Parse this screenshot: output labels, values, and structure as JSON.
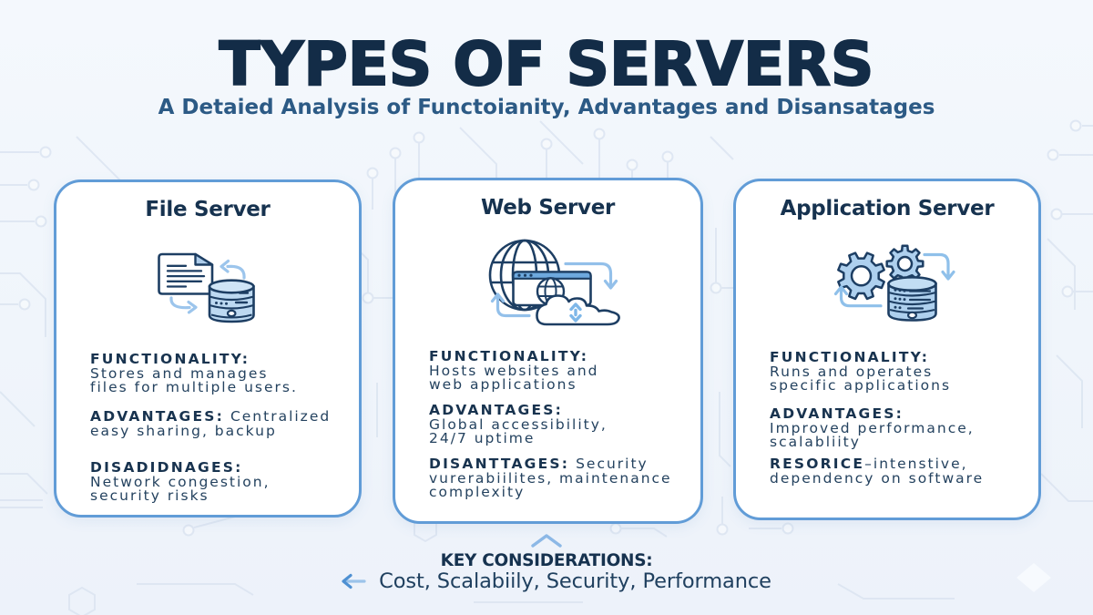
{
  "header": {
    "title": "TYPES OF SERVERS",
    "subtitle": "A Detaied Analysis of Functoianity, Advantages and Disansatages"
  },
  "colors": {
    "background": "#f0f5fb",
    "card_border": "#619cd7",
    "title_navy": "#132c47",
    "subtitle_blue": "#2c5a85",
    "text_navy": "#27435f",
    "icon_navy": "#1d3e63",
    "icon_light_blue": "#b3d4ef",
    "arrow_blue": "#9cc5ec",
    "circuit_line": "#d6e1ef"
  },
  "cards": [
    {
      "title": "File Server",
      "icon": "file-server-icon",
      "sections": [
        {
          "label": "FUNCTIONALITY:",
          "inline": "",
          "lines": [
            "Stores and manages",
            "files for multiple users."
          ]
        },
        {
          "label": "ADVANTAGES:",
          "inline": " Centralized",
          "lines": [
            "easy sharing, backup"
          ]
        },
        {
          "label": "DISADIDNAGES:",
          "inline": "",
          "lines": [
            "Network congestion,",
            "security risks"
          ]
        }
      ]
    },
    {
      "title": "Web Server",
      "icon": "web-server-icon",
      "sections": [
        {
          "label": "FUNCTIONALITY:",
          "inline": "",
          "lines": [
            "Hosts websites and",
            "web applications"
          ]
        },
        {
          "label": "ADVANTAGES:",
          "inline": "",
          "lines": [
            "Global accessibility,",
            "24/7 uptime"
          ]
        },
        {
          "label": "DISANTTAGES:",
          "inline": " Security",
          "lines": [
            "vurerabiilites, maintenance",
            "complexity"
          ]
        }
      ]
    },
    {
      "title": "Application Server",
      "icon": "application-server-icon",
      "sections": [
        {
          "label": "FUNCTIONALITY:",
          "inline": "",
          "lines": [
            "Runs and operates",
            "specific applications"
          ]
        },
        {
          "label": "ADVANTAGES:",
          "inline": "",
          "lines": [
            "Improved performance,",
            "scalabliity"
          ]
        },
        {
          "label": "RESORICE",
          "inline": "–intenstive,",
          "lines": [
            "dependency on software"
          ]
        }
      ]
    }
  ],
  "footer": {
    "key_title": "KEY CONSIDERATIONS:",
    "key_items": "Cost, Scalabiily, Security, Performance"
  }
}
